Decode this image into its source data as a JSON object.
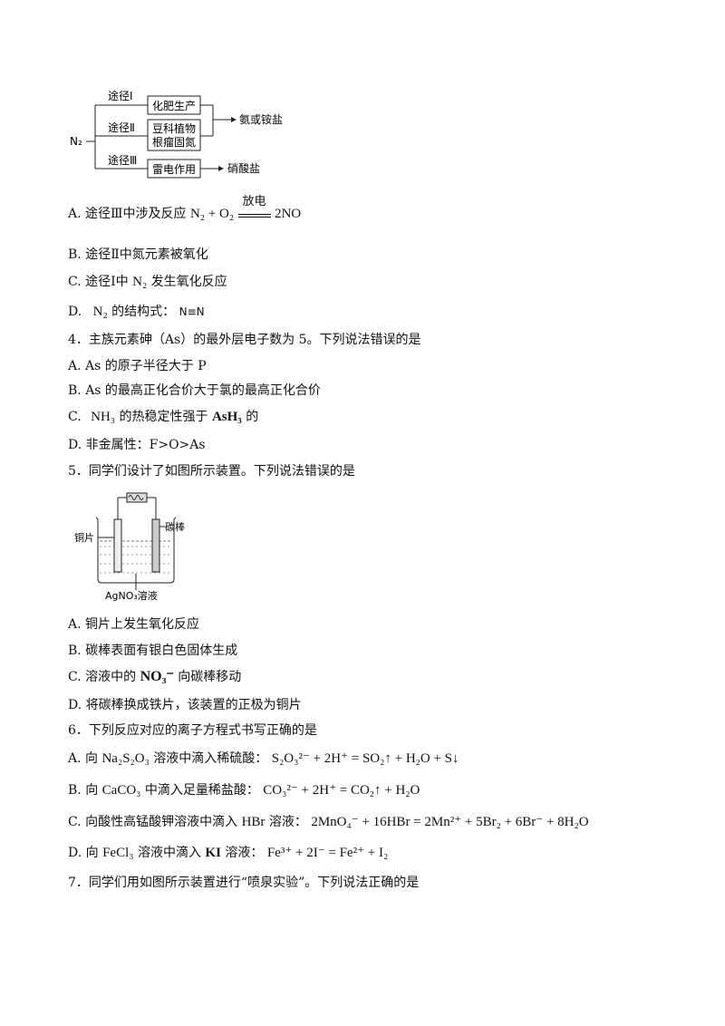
{
  "flow": {
    "source": "N₂",
    "route1": "途径Ⅰ",
    "route2": "途径Ⅱ",
    "route3": "途径Ⅲ",
    "box1": "化肥生产",
    "box2a": "豆科植物",
    "box2b": "根瘤固氮",
    "box3": "雷电作用",
    "out1": "氨或铵盐",
    "out3": "硝酸盐"
  },
  "q3": {
    "a_text": "A.  途径Ⅲ中涉及反应",
    "a_lhs": "N₂ + O₂",
    "a_cond": "放电",
    "a_rhs": "2NO",
    "b": "B.  途径Ⅱ中氮元素被氧化",
    "c_pre": "C.  途径Ⅰ中",
    "c_n2": "N₂",
    "c_post": "发生氧化反应",
    "d_pre": "D.",
    "d_n2": "N₂",
    "d_post": "的结构式：",
    "d_struct": "N≡N"
  },
  "q4": {
    "stem": "4．主族元素砷（As）的最外层电子数为 5。下列说法错误的是",
    "a": "A.  As 的原子半径大于  P",
    "b": "B.  As 的最高正化合价大于氯的最高正化合价",
    "c_pre": "C.",
    "c_nh3": "NH₃",
    "c_mid": "的热稳定性强于",
    "c_ash3": "AsH₃",
    "c_post": "的",
    "d": "D.  非金属性：F>O>As"
  },
  "q5": {
    "stem": "5．同学们设计了如图所示装置。下列说法错误的是",
    "label_cu": "铜片",
    "label_c": "碳棒",
    "label_sol": "AgNO₃溶液",
    "a": "A.  铜片上发生氧化反应",
    "b": "B.  碳棒表面有银白色固体生成",
    "c_pre": "C.  溶液中的",
    "c_ion": "NO₃⁻",
    "c_post": "向碳棒移动",
    "d": "D.  将碳棒换成铁片，该装置的正极为铜片"
  },
  "q6": {
    "stem": "6．下列反应对应的离子方程式书写正确的是",
    "a_pre": "A.  向",
    "a_reag": "Na₂S₂O₃",
    "a_mid": "溶液中滴入稀硫酸：",
    "a_eq": "S₂O₃²⁻ + 2H⁺ = SO₂↑ + H₂O + S↓",
    "b_pre": "B.  向",
    "b_reag": "CaCO₃",
    "b_mid": "中滴入足量稀盐酸：",
    "b_eq": "CO₃²⁻ + 2H⁺ = CO₂↑ + H₂O",
    "c_pre": "C.  向酸性高锰酸钾溶液中滴入",
    "c_reag": "HBr",
    "c_mid": "溶液：",
    "c_eq": "2MnO₄⁻ + 16HBr = 2Mn²⁺ + 5Br₂ + 6Br⁻ + 8H₂O",
    "d_pre": "D.  向",
    "d_reag": "FeCl₃",
    "d_mid": "溶液中滴入",
    "d_reag2": "KI",
    "d_mid2": "溶液：",
    "d_eq": "Fe³⁺ + 2I⁻ = Fe²⁺ + I₂"
  },
  "q7": {
    "stem": "7．同学们用如图所示装置进行“喷泉实验”。下列说法正确的是"
  }
}
